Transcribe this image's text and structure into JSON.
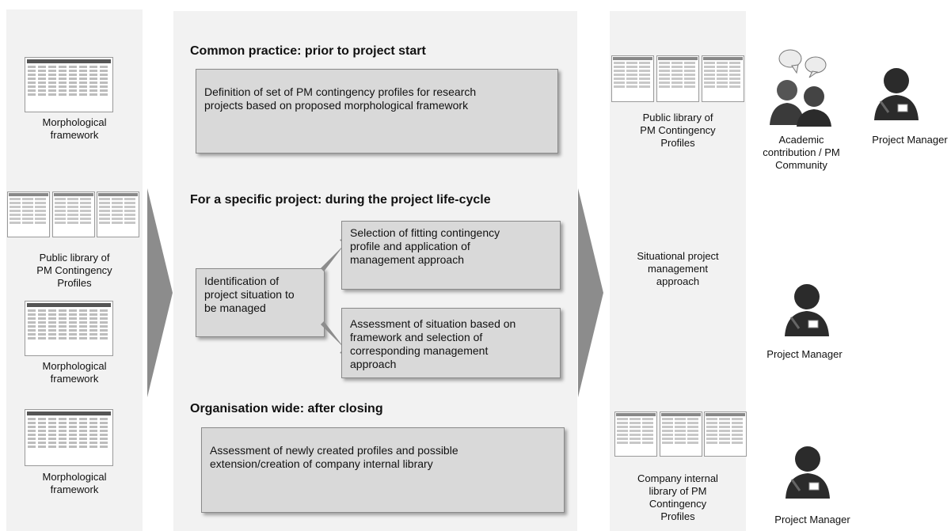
{
  "left_column": {
    "caption_morph_1": [
      "Morphological",
      "framework"
    ],
    "caption_library": [
      "Public library of",
      "PM Contingency",
      "Profiles"
    ],
    "caption_morph_2": [
      "Morphological",
      "framework"
    ],
    "caption_morph_3": [
      "Morphological",
      "framework"
    ]
  },
  "center": {
    "section_1": {
      "title": "Common practice: prior to project start",
      "box": [
        "Definition of set of PM contingency profiles for research",
        "projects  based on proposed morphological framework"
      ]
    },
    "section_2": {
      "title": "For a specific project: during the project life-cycle",
      "identify_box": [
        "Identification of",
        "project situation to",
        "be managed"
      ],
      "select_box": [
        "Selection of fitting contingency",
        "profile and application of",
        "management approach"
      ],
      "assess_box": [
        "Assessment of situation based on",
        "framework and selection of",
        "corresponding management",
        "approach"
      ]
    },
    "section_3": {
      "title": "Organisation wide: after closing",
      "box": [
        "Assessment of newly created profiles and possible",
        "extension/creation of company internal library"
      ]
    }
  },
  "right_column": {
    "caption_public": [
      "Public library of",
      "PM Contingency",
      "Profiles"
    ],
    "caption_situational": [
      "Situational project",
      "management",
      "approach"
    ],
    "caption_company": [
      "Company internal",
      "library of PM",
      "Contingency",
      "Profiles"
    ]
  },
  "actors": {
    "academic": [
      "Academic",
      "contribution / PM",
      "Community"
    ],
    "pm_top": "Project Manager",
    "pm_middle": "Project Manager",
    "pm_bottom": "Project Manager"
  },
  "card_title": "Contingency profile 1",
  "colors": {
    "panel": "#f2f2f2",
    "box": "#d9d9d9",
    "arrow": "#8c8c8c",
    "person_dark": "#2b2b2b"
  }
}
